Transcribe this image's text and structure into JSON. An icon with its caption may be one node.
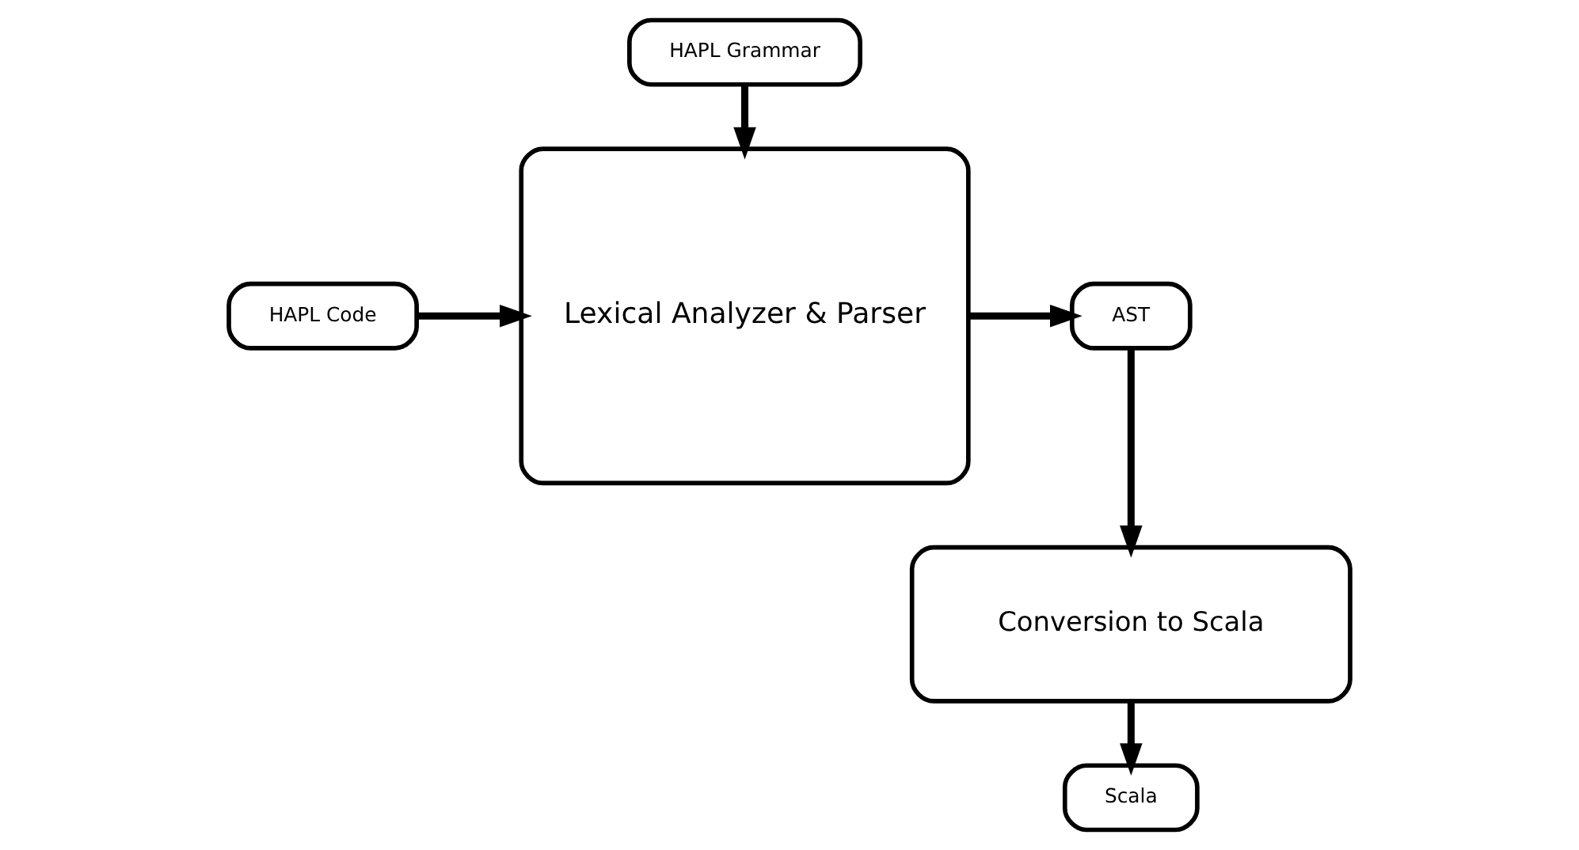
{
  "diagram": {
    "nodes": [
      {
        "text": [
          "HAPL Grammar"
        ]
      },
      {
        "text": [
          "HAPL Code"
        ]
      },
      {
        "text": [
          "Lexical Analyzer & Parser"
        ]
      },
      {
        "text": [
          "AST"
        ]
      },
      {
        "text": [
          "Conversion to Scala"
        ]
      },
      {
        "text": [
          "Scala"
        ]
      }
    ],
    "edges": [
      {
        "from": 0,
        "to": 2,
        "arrow": "to"
      },
      {
        "from": 1,
        "to": 2,
        "arrow": "to"
      },
      {
        "from": 2,
        "to": 3,
        "arrow": "to"
      },
      {
        "from": 3,
        "to": 4,
        "arrow": "to"
      },
      {
        "from": 4,
        "to": 5,
        "arrow": "to"
      }
    ]
  }
}
